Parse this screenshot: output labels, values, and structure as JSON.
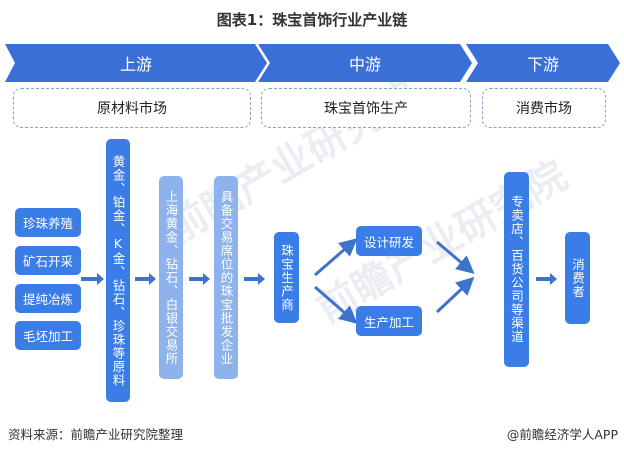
{
  "title": "图表1：珠宝首饰行业产业链",
  "stages": [
    {
      "label": "上游",
      "market": "原材料市场"
    },
    {
      "label": "中游",
      "market": "珠宝首饰生产"
    },
    {
      "label": "下游",
      "market": "消费市场"
    }
  ],
  "upstream": {
    "sources": [
      "珍珠养殖",
      "矿石开采",
      "提纯冶炼",
      "毛坯加工"
    ],
    "raw_materials": "黄金、铂金、K金、钻石、珍珠等原料",
    "exchanges": "上海黄金、钻石、白银交易所",
    "wholesalers": "具备交易席位的珠宝批发企业"
  },
  "midstream": {
    "manufacturer": "珠宝生产商",
    "design": "设计研发",
    "production": "生产加工"
  },
  "downstream": {
    "channels": "专卖店、百货公司等渠道",
    "consumers": "消费者"
  },
  "watermark": "前瞻产业研究院",
  "footer": {
    "source": "资料来源：前瞻产业研究院整理",
    "credit": "@前瞻经济学人APP"
  },
  "colors": {
    "primary_blue": "#3a7de6",
    "light_blue": "#8db2ec",
    "chevron_blue": "#3b6fd8",
    "arrow_blue": "#3d73c9",
    "dash_border": "#8aa0c4"
  }
}
